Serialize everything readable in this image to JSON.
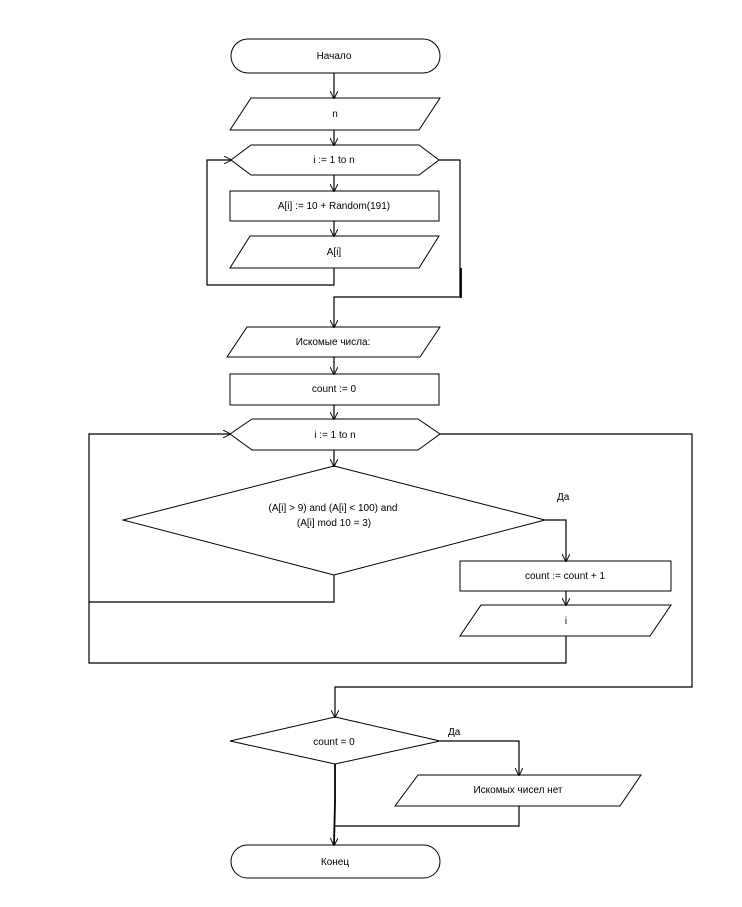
{
  "flowchart": {
    "start": "Начало",
    "input_n": "n",
    "loop1_header": "i := 1 to n",
    "assign_random": "A[i] := 10 + Random(191)",
    "output_a": "A[i]",
    "output_heading": "Искомые числа:",
    "count_init": "count := 0",
    "loop2_header": "i := 1 to n",
    "condition_line1": "(A[i] > 9) and (A[i] < 100) and",
    "condition_line2": "(A[i] mod 10 = 3)",
    "condition_yes": "Да",
    "count_increment": "count := count + 1",
    "output_i": "i",
    "check_count": "count = 0",
    "check_yes": "Да",
    "no_numbers": "Искомых чисел нет",
    "end": "Конец"
  }
}
